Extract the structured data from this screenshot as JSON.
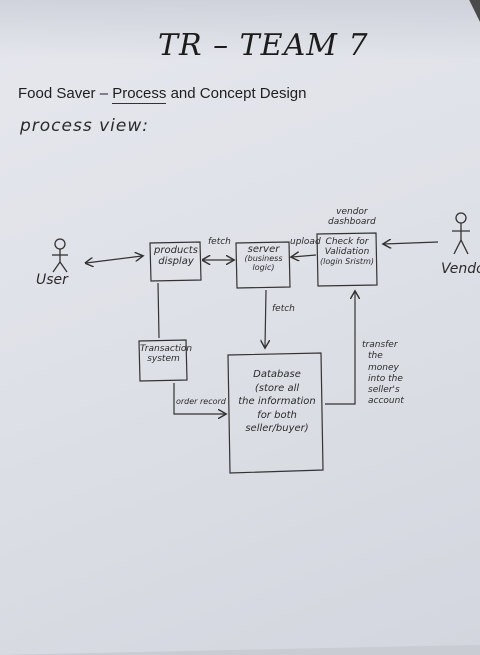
{
  "header": {
    "title": "TR – TEAM 7",
    "subtitle_prefix": "Food Saver – ",
    "subtitle_underlined": "Process",
    "subtitle_suffix": " and Concept Design",
    "section_label": "process view:"
  },
  "diagram": {
    "actors": {
      "user": "User",
      "vendor": "Vendo"
    },
    "nodes": {
      "products_display": [
        "products",
        "display"
      ],
      "server": [
        "server",
        "(business",
        "logic)"
      ],
      "check_validation": [
        "Check for",
        "Validation",
        "(login Sristm)"
      ],
      "vendor_dashboard": [
        "vendor",
        "dashboard"
      ],
      "transaction_system": [
        "Transaction",
        "system"
      ],
      "database": [
        "Database",
        "(store all",
        "the information",
        "for both",
        "seller/buyer)"
      ]
    },
    "edge_labels": {
      "fetch_top": "fetch",
      "upload": "upload",
      "fetch_down": "fetch",
      "order_record": "order record",
      "transfer": [
        "transfer",
        "the",
        "money",
        "into the",
        "seller's",
        "account"
      ]
    }
  }
}
